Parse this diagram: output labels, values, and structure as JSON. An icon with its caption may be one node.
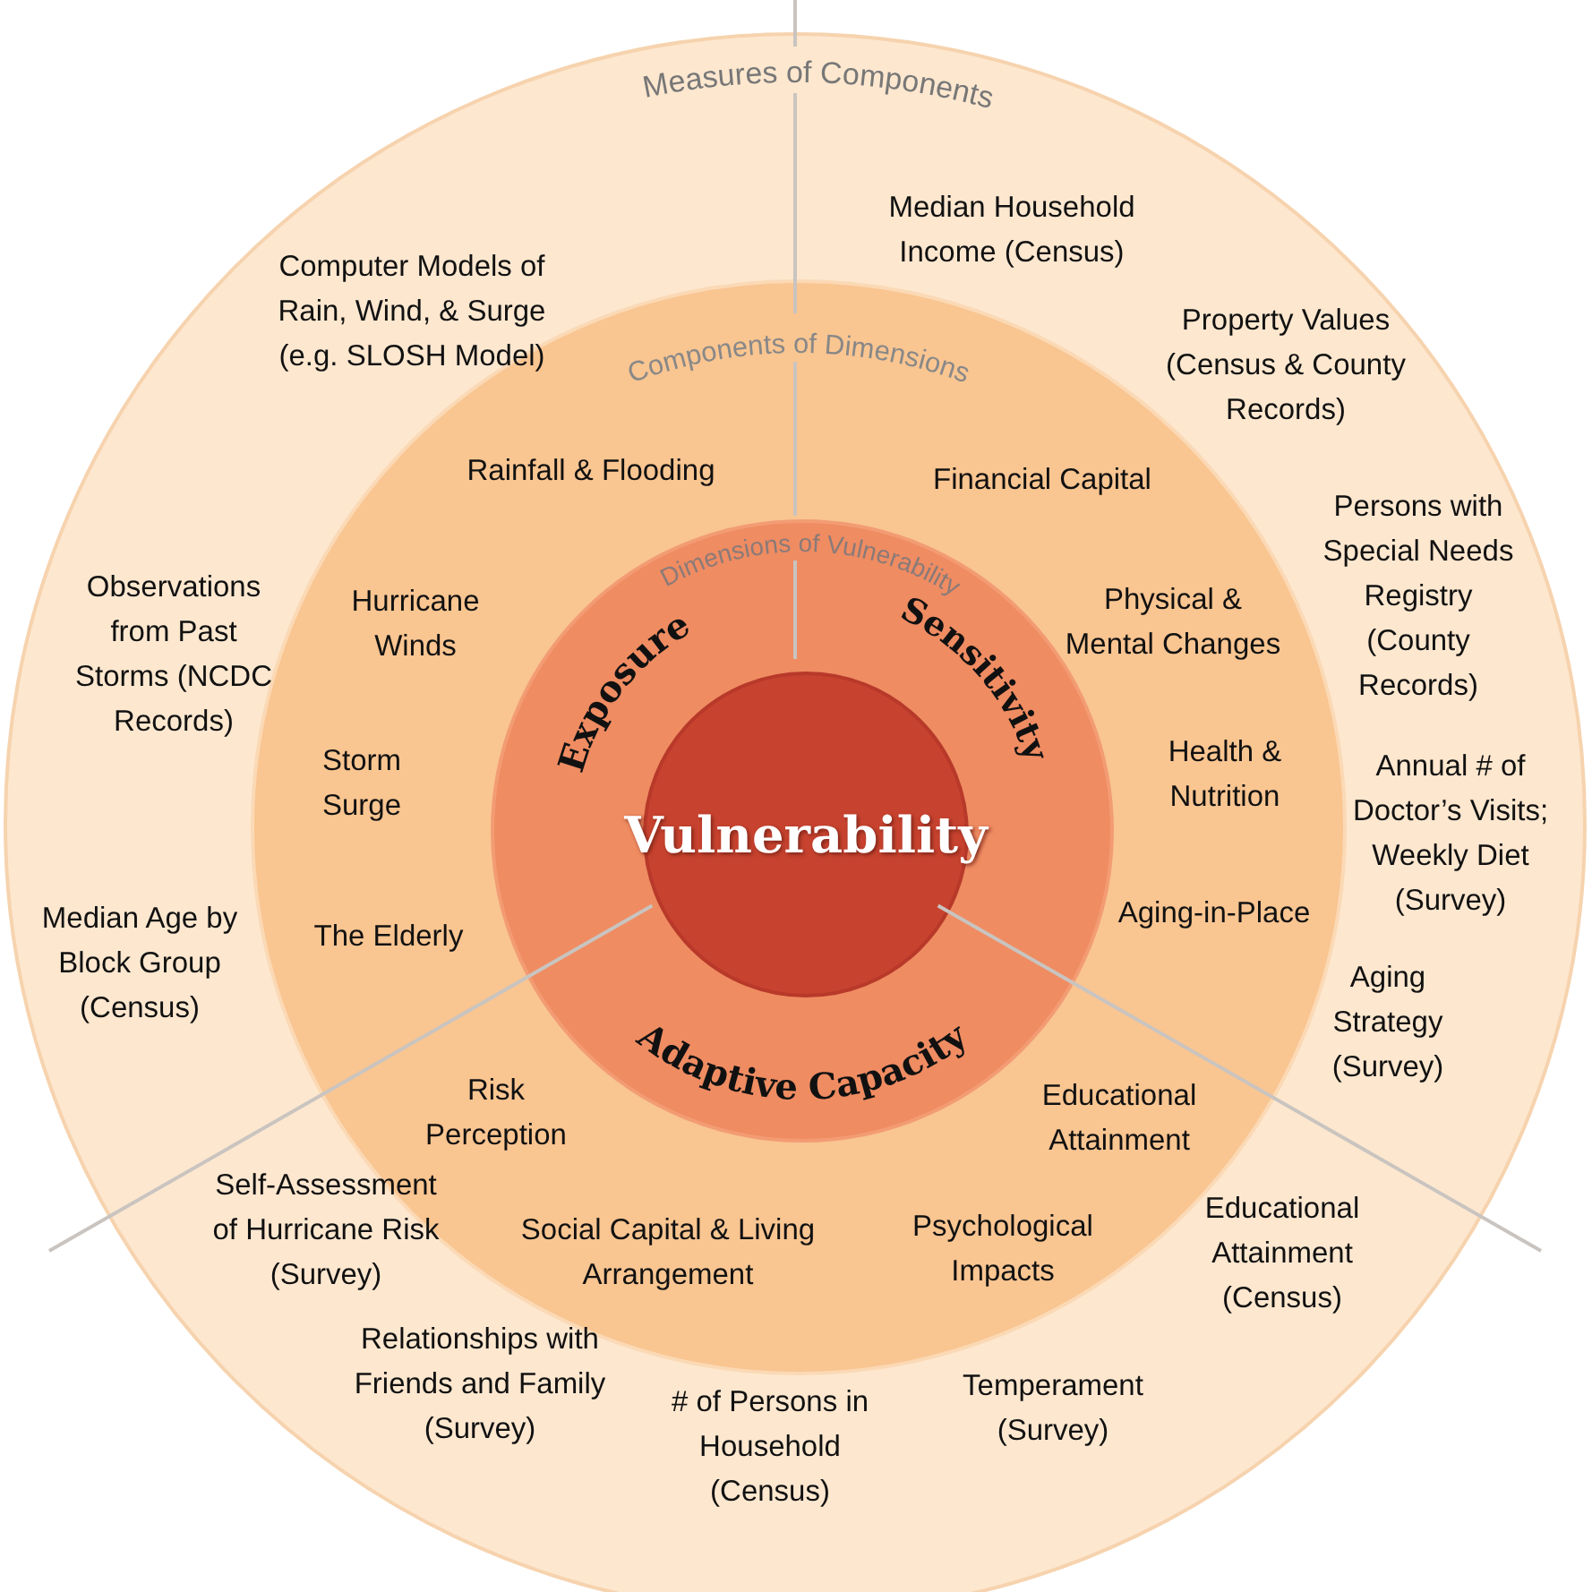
{
  "diagram": {
    "nodes": [
      {
        "text": [
          "Measures of Components"
        ]
      },
      {
        "text": [
          "Components of Dimensions"
        ],
        "in": 0
      },
      {
        "text": [
          "Dimensions of Vulnerability",
          "Exposure",
          "Sensitivity",
          "Adaptive Capacity"
        ],
        "in": 1
      },
      {
        "text": [
          "Vulnerability"
        ],
        "in": 2
      }
    ],
    "labels": [
      "Median Household Income (Census)",
      "Computer Models of Rain, Wind, & Surge (e.g. SLOSH Model)",
      "Property Values (Census & County Records)",
      "Rainfall & Flooding",
      "Financial Capital",
      "Persons with Special Needs Registry (County Records)",
      "Observations from Past Storms (NCDC Records)",
      "Hurricane Winds",
      "Physical & Mental Changes",
      "Health & Nutrition",
      "Storm Surge",
      "Annual # of Doctor’s Visits; Weekly Diet (Survey)",
      "Median Age by Block Group (Census)",
      "Aging-in-Place",
      "The Elderly",
      "Aging Strategy (Survey)",
      "Educational Attainment",
      "Risk Perception",
      "Self-Assessment of Hurricane Risk (Survey)",
      "Educational Attainment (Census)",
      "Psychological Impacts",
      "Social Capital & Living Arrangement",
      "Relationships with Friends and Family (Survey)",
      "Temperament (Survey)",
      "# of Persons in Household (Census)"
    ]
  }
}
